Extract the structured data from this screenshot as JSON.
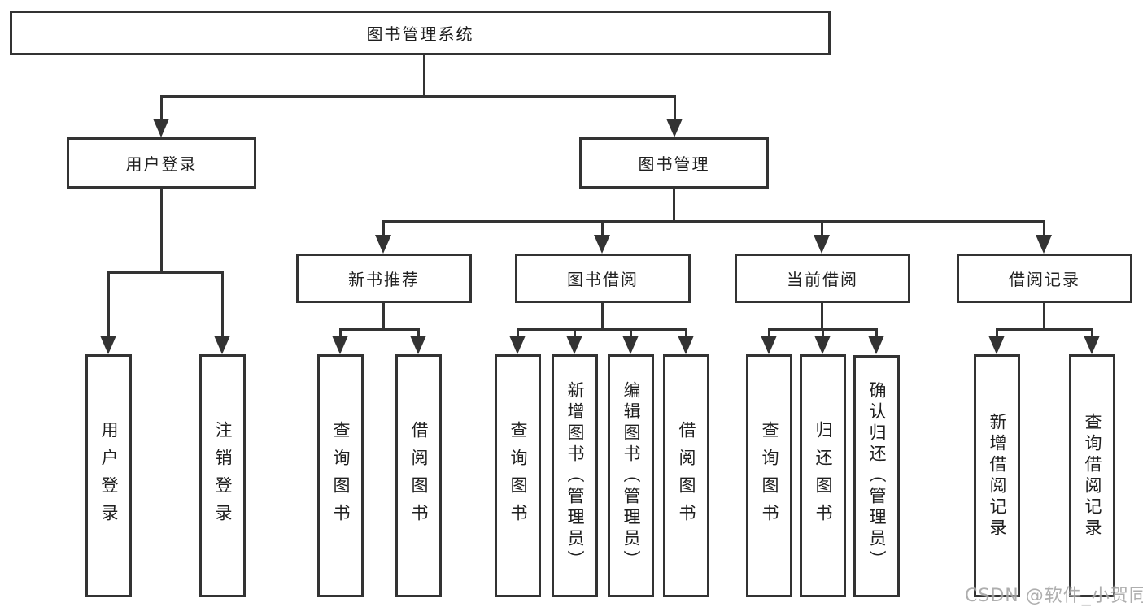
{
  "diagram": {
    "root": {
      "label": "图书管理系统"
    },
    "branches": [
      {
        "label": "用户登录",
        "children": [
          {
            "label": "用户登录"
          },
          {
            "label": "注销登录"
          }
        ]
      },
      {
        "label": "图书管理",
        "children": [
          {
            "label": "新书推荐",
            "children": [
              {
                "label": "查询图书"
              },
              {
                "label": "借阅图书"
              }
            ]
          },
          {
            "label": "图书借阅",
            "children": [
              {
                "label": "查询图书"
              },
              {
                "label": "新增图书（管理员）"
              },
              {
                "label": "编辑图书（管理员）"
              },
              {
                "label": "借阅图书"
              }
            ]
          },
          {
            "label": "当前借阅",
            "children": [
              {
                "label": "查询图书"
              },
              {
                "label": "归还图书"
              },
              {
                "label": "确认归还（管理员）"
              }
            ]
          },
          {
            "label": "借阅记录",
            "children": [
              {
                "label": "新增借阅记录"
              },
              {
                "label": "查询借阅记录"
              }
            ]
          }
        ]
      }
    ]
  },
  "watermark": {
    "text": "CSDN @软件_小贺同学"
  },
  "colors": {
    "line": "#333333",
    "box_border": "#333333",
    "text": "#1f1f1f",
    "background": "#ffffff",
    "watermark": "#a6a6a6"
  }
}
